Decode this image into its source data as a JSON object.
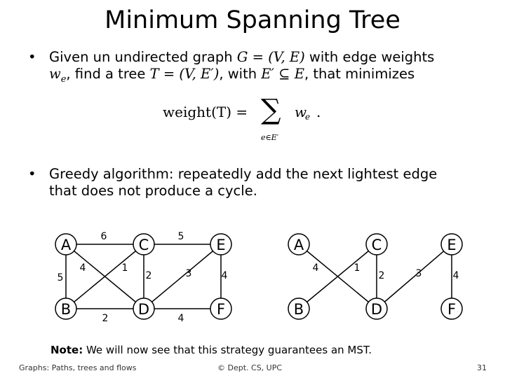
{
  "slide": {
    "title": "Minimum Spanning Tree",
    "bullets": [
      {
        "line1": "Given un undirected graph",
        "graph_expr": "G = (V, E)",
        "line1_tail": "with edge weights",
        "line2_we": "w",
        "line2_we_sub": "e",
        "line2_mid": ", find a tree",
        "tree_expr": "T = (V, E′)",
        "line2_with": ", with",
        "subset_expr": "E′ ⊆ E",
        "line2_tail": ", that minimizes"
      },
      {
        "line1": "Greedy algorithm: repeatedly add the next lightest edge",
        "line2": "that does not produce a cycle."
      }
    ],
    "formula": {
      "lhs": "weight(T) =",
      "sum": "∑",
      "term": "w",
      "term_sub": "e",
      "period": ".",
      "under": "e∈E′"
    },
    "note": {
      "bold": "Note:",
      "text": "We will now see that this strategy guarantees an MST."
    },
    "footer": {
      "left": "Graphs: Paths, trees and flows",
      "center": "© Dept. CS, UPC",
      "page": "31"
    }
  },
  "graph_left": {
    "nodes": [
      "A",
      "B",
      "C",
      "D",
      "E",
      "F"
    ],
    "weights": {
      "AC": "6",
      "AB": "5",
      "AD": "4",
      "BC": "1",
      "BD": "2",
      "CD": "2",
      "CE": "5",
      "DE": "3",
      "DF": "4",
      "EF": "4"
    }
  },
  "graph_right": {
    "nodes": [
      "A",
      "B",
      "C",
      "D",
      "E",
      "F"
    ],
    "weights": {
      "AD": "4",
      "BC": "1",
      "CD": "2",
      "DE": "3",
      "EF": "4"
    }
  }
}
